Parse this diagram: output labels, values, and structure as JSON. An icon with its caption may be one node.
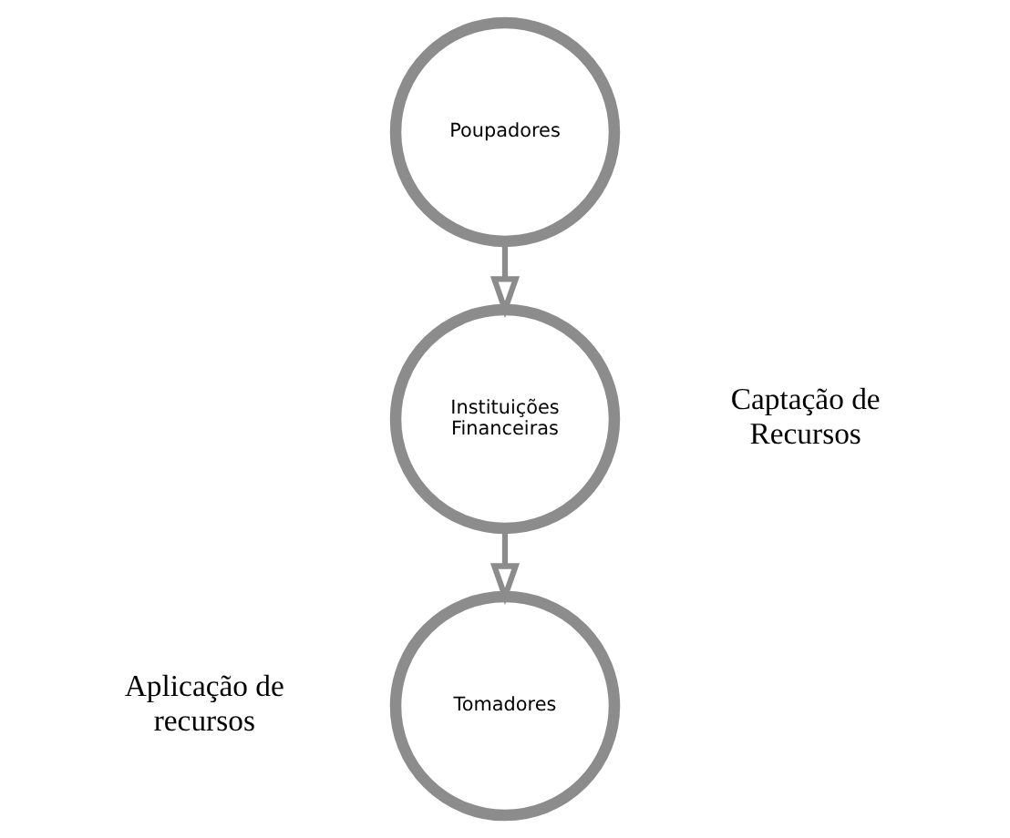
{
  "diagram": {
    "nodes": [
      {
        "text": [
          "Poupadores"
        ]
      },
      {
        "text": [
          "Instituições Financeiras"
        ]
      },
      {
        "text": [
          "Tomadores"
        ]
      }
    ],
    "edges": [
      {
        "from": 0,
        "to": 1,
        "arrow": "to"
      },
      {
        "from": 1,
        "to": 2,
        "arrow": "to"
      }
    ],
    "labels": [
      "Captação de Recursos",
      "Aplicação de recursos"
    ]
  }
}
